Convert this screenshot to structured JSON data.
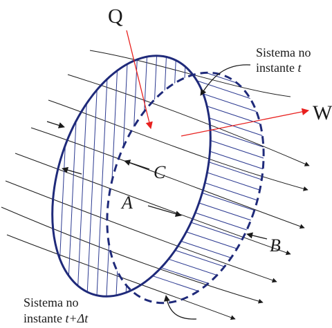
{
  "labels": {
    "heat": "Q",
    "work": "W",
    "region_c": "C",
    "region_a": "A",
    "region_b": "B",
    "system_t_line1": "Sistema no",
    "system_t_line2_prefix": "instante ",
    "system_t_line2_var": "t",
    "system_tdt_line1": "Sistema no",
    "system_tdt_line2_prefix": "instante ",
    "system_tdt_line2_var": "t+Δt"
  },
  "colors": {
    "boundary": "#1f2a7a",
    "hatch": "#2b3990",
    "arrow_red": "#e8201e",
    "streamline": "#1a1a1a"
  }
}
